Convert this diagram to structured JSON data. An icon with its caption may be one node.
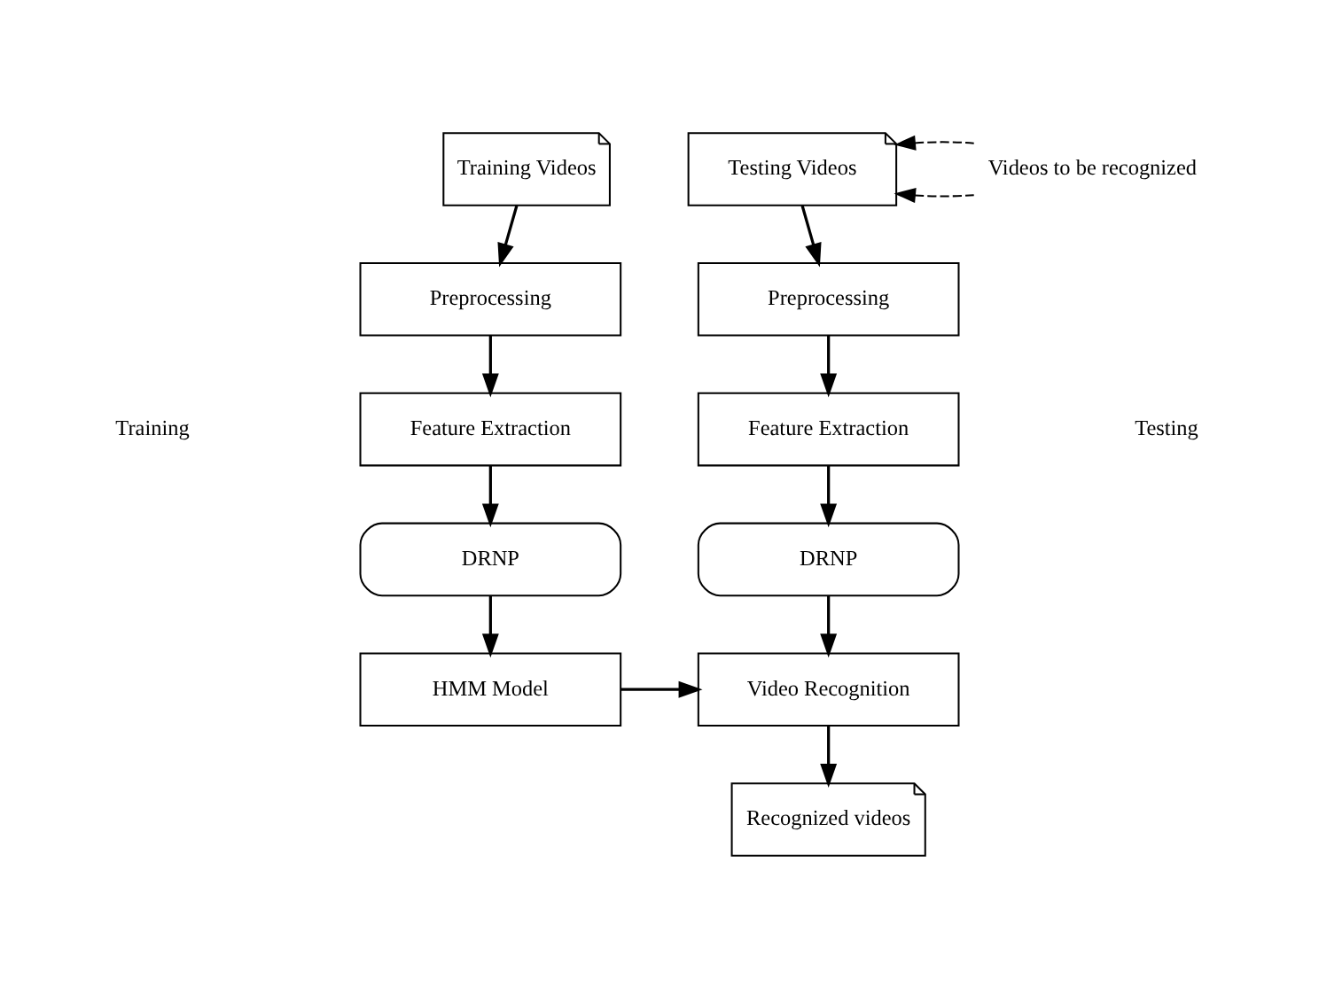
{
  "diagram": {
    "nodes": [
      {
        "text": [
          "Training Videos"
        ]
      },
      {
        "text": [
          "Preprocessing"
        ]
      },
      {
        "text": [
          "Feature Extraction"
        ]
      },
      {
        "text": [
          "DRNP"
        ]
      },
      {
        "text": [
          "HMM Model"
        ]
      },
      {
        "text": [
          "Testing Videos"
        ]
      },
      {
        "text": [
          "Preprocessing"
        ]
      },
      {
        "text": [
          "Feature Extraction"
        ]
      },
      {
        "text": [
          "DRNP"
        ]
      },
      {
        "text": [
          "Video Recognition"
        ]
      },
      {
        "text": [
          "Recognized videos"
        ]
      },
      {
        "text": [
          "Videos to be recognized"
        ]
      }
    ],
    "edges": [
      {
        "from": 0,
        "to": 1,
        "arrow": "to"
      },
      {
        "from": 1,
        "to": 2,
        "arrow": "to"
      },
      {
        "from": 2,
        "to": 3,
        "arrow": "to"
      },
      {
        "from": 3,
        "to": 4,
        "arrow": "to"
      },
      {
        "from": 4,
        "to": 9,
        "arrow": "to"
      },
      {
        "from": 5,
        "to": 6,
        "arrow": "to"
      },
      {
        "from": 6,
        "to": 7,
        "arrow": "to"
      },
      {
        "from": 7,
        "to": 8,
        "arrow": "to"
      },
      {
        "from": 8,
        "to": 9,
        "arrow": "to"
      },
      {
        "from": 9,
        "to": 10,
        "arrow": "to"
      },
      {
        "from": 11,
        "to": 5,
        "arrow": "to",
        "style": "dashed"
      },
      {
        "from": 11,
        "to": 5,
        "arrow": "to",
        "style": "dashed"
      }
    ],
    "labels": [
      "Training",
      "Testing"
    ]
  }
}
